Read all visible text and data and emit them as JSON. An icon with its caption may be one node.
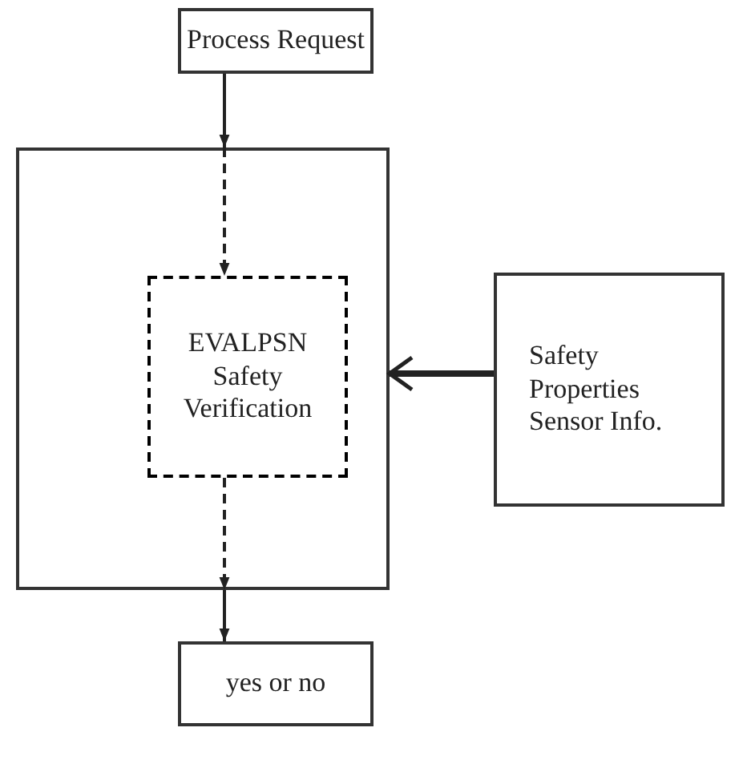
{
  "diagram": {
    "nodes": [
      {
        "text": [
          "Process Request"
        ]
      },
      {
        "text": [],
        "shape": "box"
      },
      {
        "text": [
          "EVALPSN Safety Verification"
        ],
        "in": 1
      },
      {
        "text": [
          "Safety Properties Sensor Info."
        ]
      },
      {
        "text": [
          "yes or no"
        ]
      }
    ],
    "edges": [
      {
        "from": 0,
        "to": 1,
        "arrow": "to"
      },
      {
        "from": 1,
        "to": 2,
        "arrow": "to",
        "style": "dashed"
      },
      {
        "from": 2,
        "to": 1,
        "arrow": "to",
        "style": "dashed"
      },
      {
        "from": 1,
        "to": 4,
        "arrow": "to"
      },
      {
        "from": 3,
        "to": 1,
        "arrow": "to",
        "style": "thick"
      }
    ]
  }
}
